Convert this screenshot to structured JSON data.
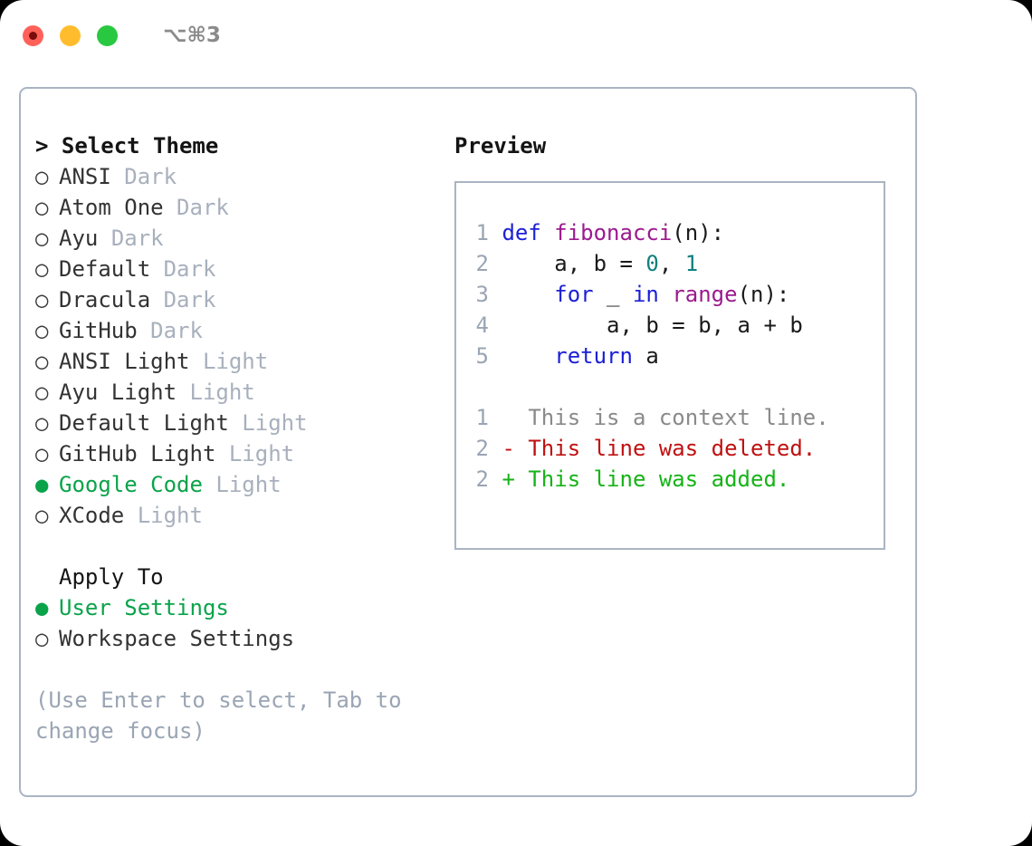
{
  "window": {
    "shortcut": "⌥⌘3",
    "buttons": [
      {
        "name": "close",
        "color": "#ff6159"
      },
      {
        "name": "minimize",
        "color": "#ffbd2e"
      },
      {
        "name": "maximize",
        "color": "#28c840"
      }
    ]
  },
  "theme_picker": {
    "header": "> Select Theme",
    "items": [
      {
        "bullet": "○",
        "label": "ANSI",
        "variant": "Dark",
        "selected": false
      },
      {
        "bullet": "○",
        "label": "Atom One",
        "variant": "Dark",
        "selected": false
      },
      {
        "bullet": "○",
        "label": "Ayu",
        "variant": "Dark",
        "selected": false
      },
      {
        "bullet": "○",
        "label": "Default",
        "variant": "Dark",
        "selected": false
      },
      {
        "bullet": "○",
        "label": "Dracula",
        "variant": "Dark",
        "selected": false
      },
      {
        "bullet": "○",
        "label": "GitHub",
        "variant": "Dark",
        "selected": false
      },
      {
        "bullet": "○",
        "label": "ANSI Light",
        "variant": "Light",
        "selected": false
      },
      {
        "bullet": "○",
        "label": "Ayu Light",
        "variant": "Light",
        "selected": false
      },
      {
        "bullet": "○",
        "label": "Default Light",
        "variant": "Light",
        "selected": false
      },
      {
        "bullet": "○",
        "label": "GitHub Light",
        "variant": "Light",
        "selected": false
      },
      {
        "bullet": "●",
        "label": "Google Code",
        "variant": "Light",
        "selected": true
      },
      {
        "bullet": "○",
        "label": "XCode",
        "variant": "Light",
        "selected": false
      }
    ]
  },
  "apply_to": {
    "header": "Apply To",
    "items": [
      {
        "bullet": "●",
        "label": "User Settings",
        "selected": true
      },
      {
        "bullet": "○",
        "label": "Workspace Settings",
        "selected": false
      }
    ]
  },
  "hint": "(Use Enter to select, Tab to\nchange focus)",
  "preview": {
    "title": "Preview",
    "code_lines": [
      {
        "no": "1",
        "tokens": [
          {
            "t": "def ",
            "c": "kw"
          },
          {
            "t": "fibonacci",
            "c": "fn"
          },
          {
            "t": "(n):",
            "c": "punc"
          }
        ]
      },
      {
        "no": "2",
        "tokens": [
          {
            "t": "    a, b = ",
            "c": "txt"
          },
          {
            "t": "0",
            "c": "num"
          },
          {
            "t": ", ",
            "c": "txt"
          },
          {
            "t": "1",
            "c": "num"
          }
        ]
      },
      {
        "no": "3",
        "tokens": [
          {
            "t": "    ",
            "c": "txt"
          },
          {
            "t": "for",
            "c": "kw"
          },
          {
            "t": " _ ",
            "c": "txt"
          },
          {
            "t": "in",
            "c": "kw"
          },
          {
            "t": " ",
            "c": "txt"
          },
          {
            "t": "range",
            "c": "fn"
          },
          {
            "t": "(n):",
            "c": "punc"
          }
        ]
      },
      {
        "no": "4",
        "tokens": [
          {
            "t": "        a, b = b, a + b",
            "c": "txt"
          }
        ]
      },
      {
        "no": "5",
        "tokens": [
          {
            "t": "    ",
            "c": "txt"
          },
          {
            "t": "return",
            "c": "kw"
          },
          {
            "t": " a",
            "c": "txt"
          }
        ]
      }
    ],
    "diff_lines": [
      {
        "no": "1",
        "marker": "  ",
        "text": "This is a context line.",
        "kind": "ctx"
      },
      {
        "no": "2",
        "marker": "- ",
        "text": "This line was deleted.",
        "kind": "del"
      },
      {
        "no": "2",
        "marker": "+ ",
        "text": "This line was added.",
        "kind": "add"
      }
    ]
  },
  "colors": {
    "accent_green": "#0aa34a",
    "border": "#aab4c2",
    "muted": "#9aa5b4",
    "variant": "#a8b0bd",
    "keyword": "#1b1fd6",
    "function": "#9b1a8f",
    "number": "#10807f",
    "diff_add": "#16b317",
    "diff_del": "#c01111",
    "diff_ctx": "#8a8a8a"
  }
}
